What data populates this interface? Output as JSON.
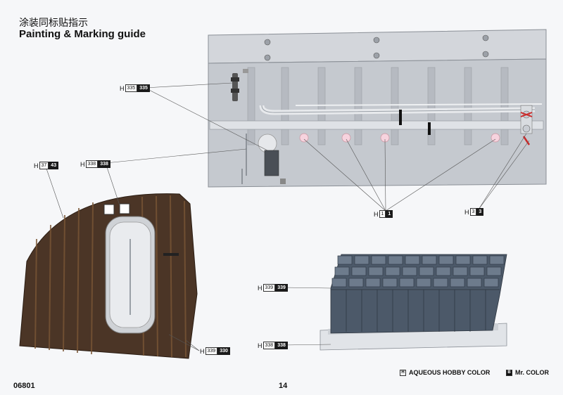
{
  "header": {
    "title_cn": "涂装同标贴指示",
    "title_en": "Painting & Marking guide"
  },
  "callouts": [
    {
      "id": "c335",
      "h": "H",
      "aq": "335",
      "mr": "335"
    },
    {
      "id": "c43",
      "h": "H",
      "aq": "37",
      "mr": "43"
    },
    {
      "id": "c338a",
      "h": "H",
      "aq": "338",
      "mr": "338"
    },
    {
      "id": "c1",
      "h": "H",
      "aq": "1",
      "mr": "1"
    },
    {
      "id": "c3",
      "h": "H",
      "aq": "3",
      "mr": "3"
    },
    {
      "id": "c339",
      "h": "H",
      "aq": "339",
      "mr": "339"
    },
    {
      "id": "c338b",
      "h": "H",
      "aq": "338",
      "mr": "338"
    },
    {
      "id": "c330",
      "h": "H",
      "aq": "339",
      "mr": "330"
    }
  ],
  "legend": {
    "aqueous_box": "H",
    "aqueous_label": "AQUEOUS HOBBY COLOR",
    "mr_box": "B",
    "mr_label": "Mr. COLOR"
  },
  "footer": {
    "product_code": "06801",
    "page_number": "14"
  },
  "colors": {
    "panel_grey": "#c9cdd3",
    "wood_dark": "#4a3424",
    "wood_mid": "#6b4a30",
    "battery_blue": "#4d5b6b",
    "lamp_pink": "#f2c6d6"
  }
}
